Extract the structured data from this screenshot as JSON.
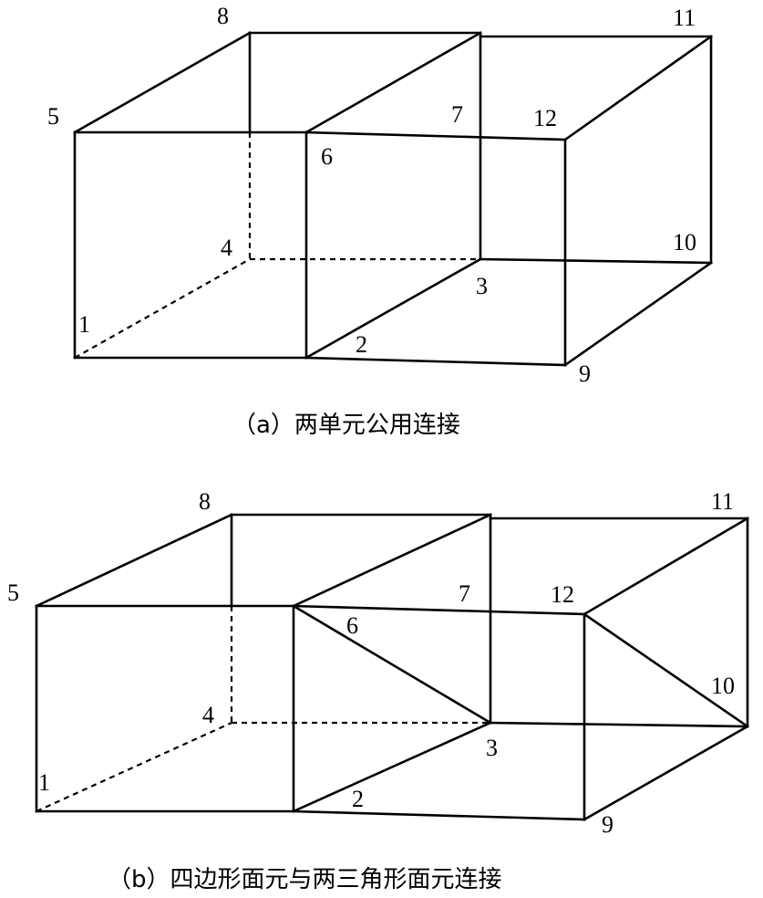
{
  "figure_a": {
    "caption": "（a）两单元公用连接",
    "labels": {
      "n1": "1",
      "n2": "2",
      "n3": "3",
      "n4": "4",
      "n5": "5",
      "n6": "6",
      "n7": "7",
      "n8": "8",
      "n9": "9",
      "n10": "10",
      "n11": "11",
      "n12": "12"
    }
  },
  "figure_b": {
    "caption": "（b）四边形面元与两三角形面元连接",
    "labels": {
      "n1": "1",
      "n2": "2",
      "n3": "3",
      "n4": "4",
      "n5": "5",
      "n6": "6",
      "n7": "7",
      "n8": "8",
      "n9": "9",
      "n10": "10",
      "n11": "11",
      "n12": "12"
    }
  }
}
